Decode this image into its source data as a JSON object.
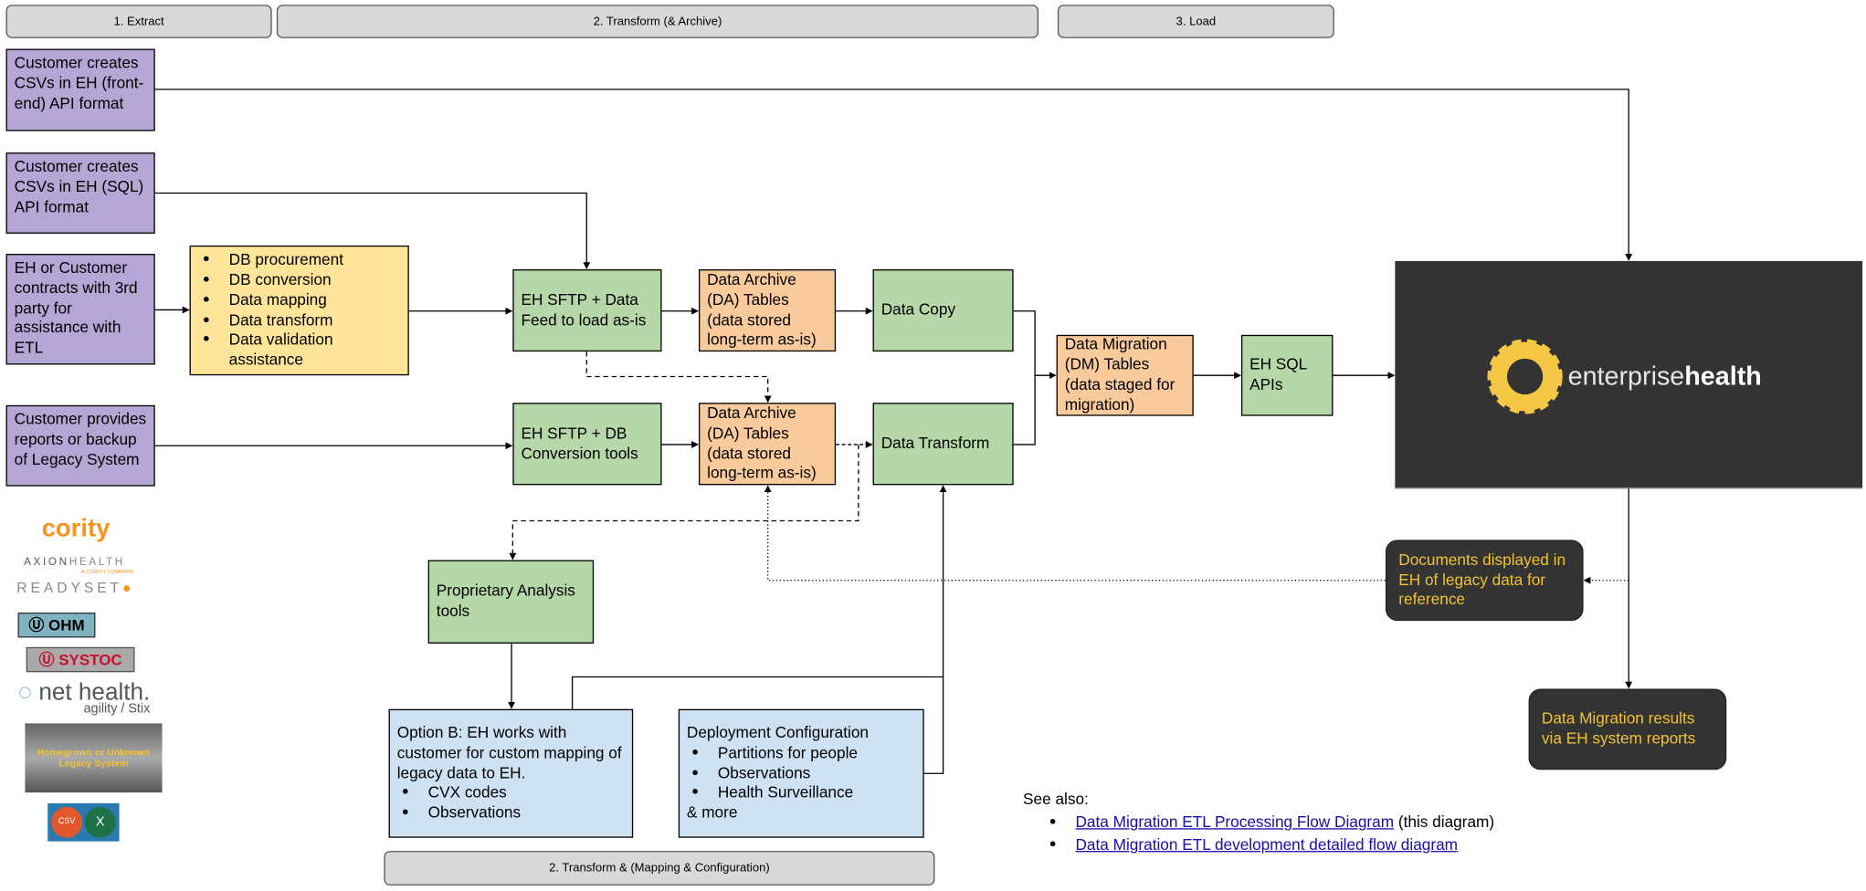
{
  "phases": {
    "extract": "1. Extract",
    "transform_archive": "2. Transform (& Archive)",
    "load": "3. Load",
    "transform_mapping": "2. Transform & (Mapping & Configuration)"
  },
  "sources": [
    "Customer creates CSVs in EH (front-end) API format",
    "Customer creates CSVs in EH (SQL) API format",
    "EH or Customer contracts with 3rd party for assistance with ETL",
    "Customer provides reports or backup of Legacy System"
  ],
  "third_party_services": [
    "DB procurement",
    "DB conversion",
    "Data mapping",
    "Data transform",
    "Data validation assistance"
  ],
  "nodes": {
    "sftp_feed": "EH SFTP + Data Feed to load as-is",
    "da_tables_1": "Data Archive (DA) Tables (data stored long-term as-is)",
    "data_copy": "Data Copy",
    "sftp_db": "EH SFTP + DB Conversion tools",
    "da_tables_2": "Data Archive (DA) Tables (data stored long-term as-is)",
    "data_transform": "Data Transform",
    "dm_tables": "Data Migration (DM) Tables (data staged for migration)",
    "sql_apis": "EH SQL APIs",
    "proprietary": "Proprietary Analysis tools",
    "documents": "Documents displayed in EH of legacy data for reference",
    "results": "Data Migration results via EH system reports"
  },
  "option_b": {
    "title": "Option B: EH works with customer for custom mapping of legacy data to EH.",
    "items": [
      "CVX codes",
      "Observations"
    ]
  },
  "deployment": {
    "title": "Deployment Configuration",
    "items": [
      "Partitions for people",
      "Observations",
      "Health Surveillance"
    ],
    "footer": "& more"
  },
  "eh_logo": {
    "text_light": "enterprise",
    "text_bold": "health",
    "ring_color": "#f6c744",
    "bg_color": "#333333"
  },
  "legacy_logos": [
    "cority",
    "AXIONHEALTH",
    "A CORITY COMPANY",
    "READYSET",
    "OHM",
    "SYSTOC",
    "net health.",
    "agility / Stix",
    "Homegrown or Unknown Legacy System",
    "CSV",
    "X"
  ],
  "see_also": {
    "label": "See also:",
    "links": [
      {
        "text": "Data Migration ETL Processing Flow Diagram",
        "suffix": " (this diagram)"
      },
      {
        "text": "Data Migration ETL development detailed flow diagram",
        "suffix": ""
      }
    ]
  },
  "colors": {
    "source": "#b4a7d6",
    "service": "#ffe599",
    "process": "#b6d7a8",
    "table": "#f9cb9c",
    "config": "#cfe2f3",
    "output_text": "#f1c232",
    "link": "#1a0dab"
  }
}
